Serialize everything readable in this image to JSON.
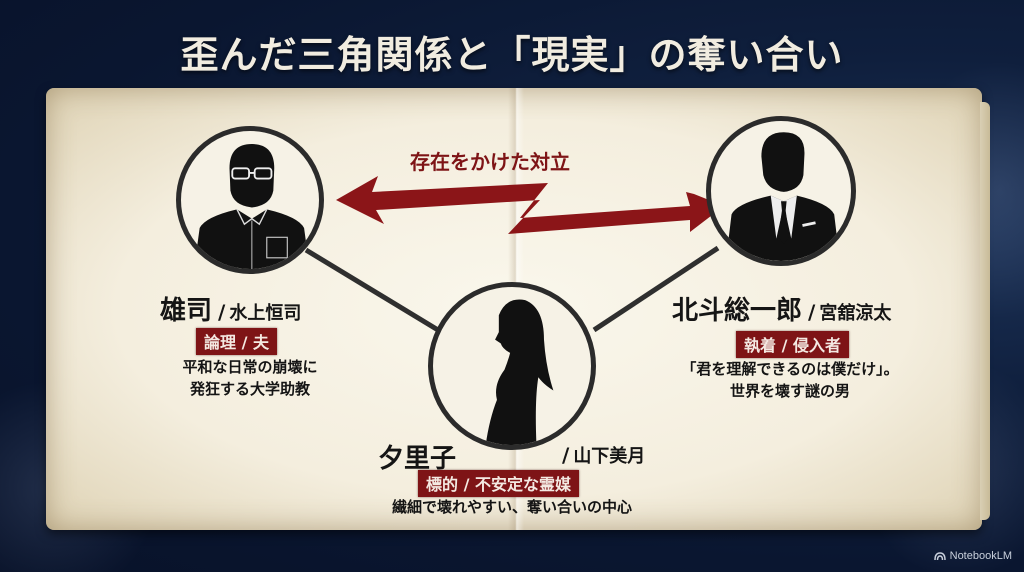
{
  "title": "歪んだ三角関係と「現実」の奪い合い",
  "conflict": {
    "label": "存在をかけた対立",
    "arrow_color": "#8b1518"
  },
  "characters": [
    {
      "id": "yuji",
      "name": "雄司",
      "separator": "/",
      "actor": "水上恒司",
      "role_badge": "論理 / 夫",
      "description_lines": [
        "平和な日常の崩壊に",
        "発狂する大学助教"
      ],
      "icon": "man-with-glasses-silhouette-icon"
    },
    {
      "id": "hokuto",
      "name": "北斗総一郎",
      "separator": "/",
      "actor": "宮舘涼太",
      "role_badge": "執着 / 侵入者",
      "description_lines": [
        "「君を理解できるのは僕だけ」。",
        "世界を壊す謎の男"
      ],
      "icon": "man-in-suit-silhouette-icon"
    },
    {
      "id": "yuriko",
      "name": "夕里子",
      "separator": "/",
      "actor": "山下美月",
      "role_badge": "標的 / 不安定な霊媒",
      "description_lines": [
        "繊細で壊れやすい、奪い合いの中心"
      ],
      "icon": "woman-long-hair-silhouette-icon"
    }
  ],
  "colors": {
    "background": "#0c1a36",
    "paper": "#f4eedd",
    "badge": "#7e1416",
    "ring": "#2b2b2b",
    "title_text": "#f1ece0"
  },
  "watermark": {
    "icon": "notebooklm-logo-icon",
    "label": "NotebookLM"
  }
}
